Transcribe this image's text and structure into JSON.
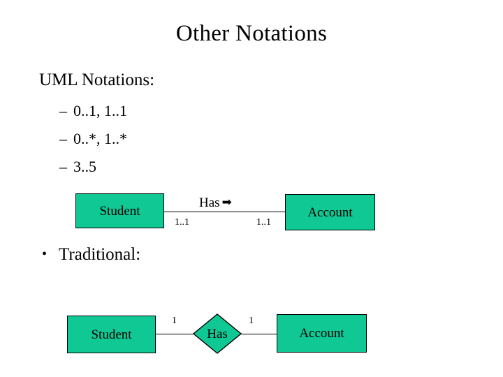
{
  "slide": {
    "title": "Other Notations",
    "background_color": "#ffffff"
  },
  "uml_section": {
    "heading": "UML Notations:",
    "sub_items": [
      {
        "dash": "–",
        "text": "0..1, 1..1"
      },
      {
        "dash": "–",
        "text": "0..*, 1..*"
      },
      {
        "dash": "–",
        "text": "3..5"
      }
    ],
    "diagram": {
      "entity_fill_color": "#0fc894",
      "entity_border_color": "#000000",
      "left_entity": "Student",
      "right_entity": "Account",
      "relationship_label": "Has",
      "relationship_arrow": "➡",
      "left_multiplicity": "1..1",
      "right_multiplicity": "1..1"
    }
  },
  "traditional_section": {
    "bullet": "•",
    "heading": "Traditional:",
    "diagram": {
      "entity_fill_color": "#0fc894",
      "entity_border_color": "#000000",
      "left_entity": "Student",
      "right_entity": "Account",
      "relationship_label": "Has",
      "left_multiplicity": "1",
      "right_multiplicity": "1"
    }
  }
}
